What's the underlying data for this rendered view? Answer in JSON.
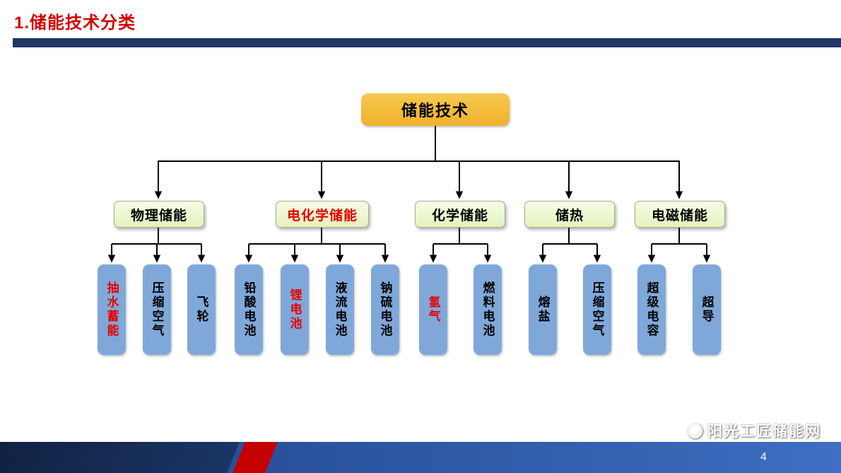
{
  "slide": {
    "title": "1.储能技术分类",
    "page_number": "4",
    "watermark": {
      "text": "阳光工匠储能网"
    }
  },
  "colors": {
    "title_red": "#D40000",
    "header_bar_navy": "#1F3864",
    "root_fill": "#F2BB3E",
    "branch_fill": "#EDF7D3",
    "leaf_fill": "#7FA8D9",
    "highlight_text": "#E60000",
    "connector": "#000000",
    "footer_navy": "#16284A",
    "footer_blue": "#3E6FC2",
    "footer_red": "#C40000"
  },
  "diagram": {
    "root": {
      "label": "储能技术"
    },
    "branches": [
      {
        "label": "物理储能",
        "highlight": false,
        "children": [
          {
            "label": "抽水蓄能",
            "highlight": true
          },
          {
            "label": "压缩空气",
            "highlight": false
          },
          {
            "label": "飞轮",
            "highlight": false
          }
        ]
      },
      {
        "label": "电化学储能",
        "highlight": true,
        "children": [
          {
            "label": "铅酸电池",
            "highlight": false
          },
          {
            "label": "锂电池",
            "highlight": true
          },
          {
            "label": "液流电池",
            "highlight": false
          },
          {
            "label": "钠硫电池",
            "highlight": false
          }
        ]
      },
      {
        "label": "化学储能",
        "highlight": false,
        "children": [
          {
            "label": "氢气",
            "highlight": true
          },
          {
            "label": "燃料电池",
            "highlight": false
          }
        ]
      },
      {
        "label": "储热",
        "highlight": false,
        "children": [
          {
            "label": "熔盐",
            "highlight": false
          },
          {
            "label": "压缩空气",
            "highlight": false
          }
        ]
      },
      {
        "label": "电磁储能",
        "highlight": false,
        "children": [
          {
            "label": "超级电容",
            "highlight": false
          },
          {
            "label": "超导",
            "highlight": false
          }
        ]
      }
    ]
  }
}
